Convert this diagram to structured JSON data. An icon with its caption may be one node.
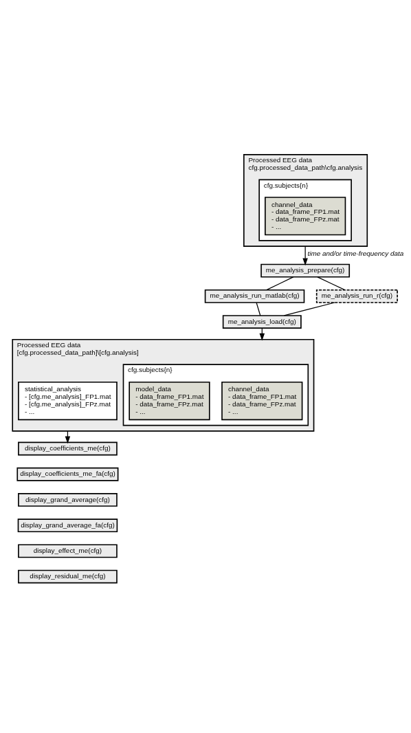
{
  "diagram": {
    "nodes": [
      {
        "text": [
          "Processed EEG data",
          "cfg.processed_data_path\\cfg.analysis"
        ]
      },
      {
        "text": [
          "cfg.subjects{n}"
        ],
        "in": 0
      },
      {
        "text": [
          "channel_data",
          "- data_frame_FP1.mat",
          "- data_frame_FPz.mat",
          "- ..."
        ],
        "in": 1
      },
      {
        "text": [
          "me_analysis_prepare(cfg)"
        ]
      },
      {
        "text": [
          "me_analysis_run_matlab(cfg)"
        ]
      },
      {
        "text": [
          "me_analysis_run_r(cfg)"
        ]
      },
      {
        "text": [
          "me_analysis_load(cfg)"
        ]
      },
      {
        "text": [
          "Processed EEG data",
          "[cfg.processed_data_path]\\[cfg.analysis]"
        ]
      },
      {
        "text": [
          "cfg.subjects{n}"
        ],
        "in": 7
      },
      {
        "text": [
          "channel_data",
          "- data_frame_FP1.mat",
          "- data_frame_FPz.mat",
          "- ..."
        ],
        "in": 8
      },
      {
        "text": [
          "model_data",
          "- data_frame_FP1.mat",
          "- data_frame_FPz.mat",
          "- ..."
        ],
        "in": 8
      },
      {
        "text": [
          "statistical_analysis",
          "- [cfg.me_analysis]_FP1.mat",
          "- [cfg.me_analysis]_FPz.mat",
          "- ..."
        ],
        "in": 7
      },
      {
        "text": [
          "display_coefficients_me(cfg)"
        ]
      },
      {
        "text": [
          "display_coefficients_me_fa(cfg)"
        ]
      },
      {
        "text": [
          "display_grand_average(cfg)"
        ]
      },
      {
        "text": [
          "display_grand_average_fa(cfg)"
        ]
      },
      {
        "text": [
          "display_effect_me(cfg)"
        ]
      },
      {
        "text": [
          "display_residual_me(cfg)"
        ]
      }
    ],
    "edges": [
      {
        "from": 0,
        "to": 3,
        "arrow": "to",
        "label": "time and/or time-frequency data"
      },
      {
        "from": 3,
        "to": 4,
        "arrow": "none"
      },
      {
        "from": 3,
        "to": 5,
        "arrow": "none"
      },
      {
        "from": 4,
        "to": 6,
        "arrow": "none"
      },
      {
        "from": 5,
        "to": 6,
        "arrow": "none"
      },
      {
        "from": 6,
        "to": 7,
        "arrow": "to"
      },
      {
        "from": 7,
        "to": 12,
        "arrow": "to"
      }
    ]
  }
}
